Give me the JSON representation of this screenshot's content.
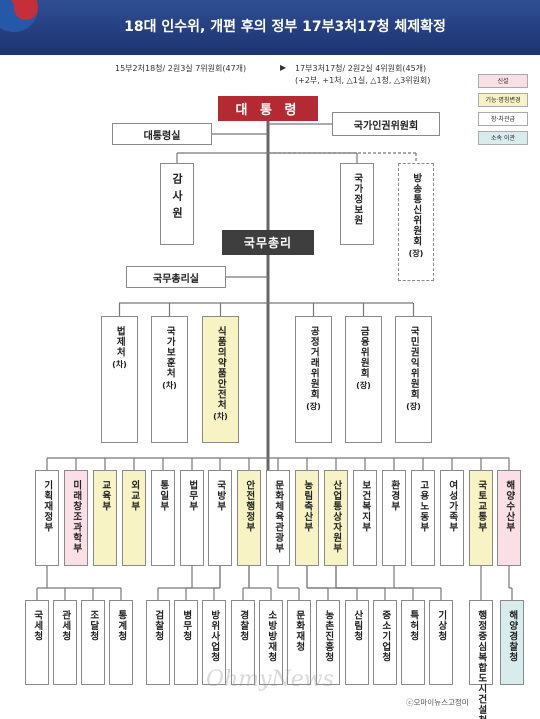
{
  "header": {
    "title": "18대 인수위, 개편 후의 정부 17부3처17청 체제확정"
  },
  "subtitle": {
    "before": "15부2처18청/ 2원3실 7위원회(47개)",
    "arrow": "▶",
    "after_line1": "17부3처17청/ 2원2실 4위원회(45개)",
    "after_line2": "(+2부, +1처, △1실, △1청, △3위원회)"
  },
  "legend": {
    "new": "신설",
    "changed": "기능·명칭변경",
    "cabinet": "장·차관급",
    "agency": "소속 이관"
  },
  "colors": {
    "president": "#b42a32",
    "pm": "#3e3e3e",
    "new": "#fbdfe6",
    "changed": "#f7f3c4",
    "agency": "#d7eceb"
  },
  "top": {
    "president": "대 통 령",
    "presidential_office": "대통령실",
    "human_rights": "국가인권위원회",
    "audit": "감사원",
    "nis": "국가정보원",
    "broadcast": "방송통신위원회",
    "broadcast_note": "(장)",
    "pm": "국무총리",
    "pm_office": "국무총리실"
  },
  "ministries_under_pm": [
    {
      "name": "법제처",
      "note": "(차)"
    },
    {
      "name": "국가보훈처",
      "note": "(차)"
    },
    {
      "name": "식품의약품안전처",
      "note": "(차)"
    },
    {
      "name": "공정거래위원회",
      "note": "(장)"
    },
    {
      "name": "금융위원회",
      "note": "(장)"
    },
    {
      "name": "국민권익위원회",
      "note": "(장)"
    }
  ],
  "departments": [
    "기획재정부",
    "미래창조과학부",
    "교육부",
    "외교부",
    "통일부",
    "법무부",
    "국방부",
    "안전행정부",
    "문화체육관광부",
    "농림축산부",
    "산업통상자원부",
    "보건복지부",
    "환경부",
    "고용노동부",
    "여성가족부",
    "국토교통부",
    "해양수산부"
  ],
  "agencies": [
    "국세청",
    "관세청",
    "조달청",
    "통계청",
    "검찰청",
    "병무청",
    "방위사업청",
    "경찰청",
    "소방방재청",
    "문화재청",
    "농촌진흥청",
    "산림청",
    "중소기업청",
    "특허청",
    "기상청",
    "행정중심복합도시건설청",
    "해양경찰청"
  ],
  "watermark": "OhmyNews",
  "credit": "ⓒ오마이뉴스고정미"
}
